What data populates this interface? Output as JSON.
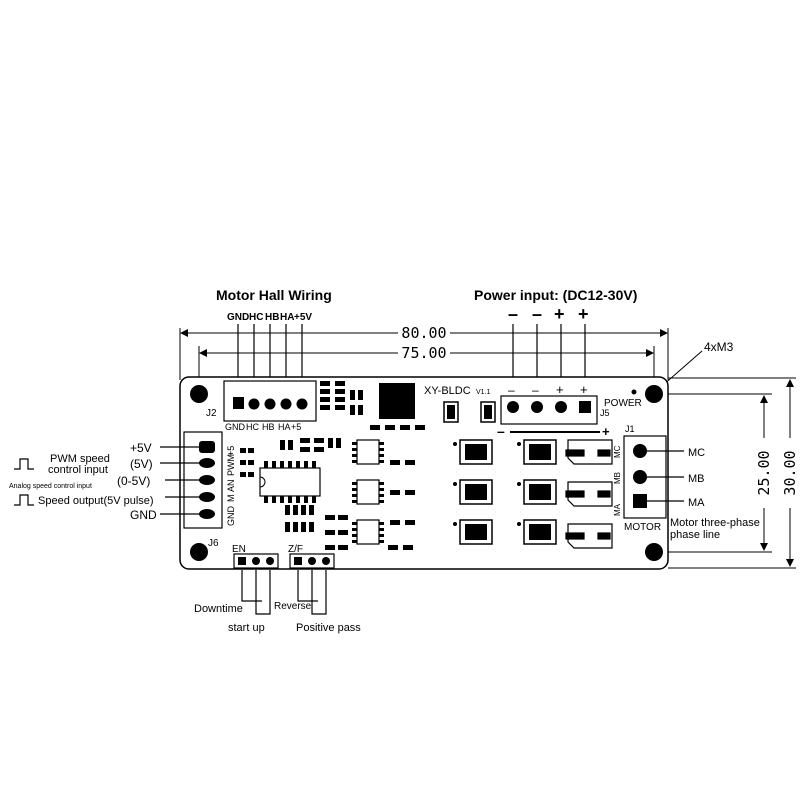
{
  "headings": {
    "hall_wiring": "Motor Hall Wiring",
    "power_input": "Power input: (DC12-30V)"
  },
  "hall_pins_top": [
    "GND",
    "HC",
    "HB",
    "HA",
    "+5V"
  ],
  "power_pins_top": [
    "–",
    "–",
    "+",
    "+"
  ],
  "dimensions": {
    "outer_width": "80.00",
    "inner_width": "75.00",
    "inner_height": "25.00",
    "outer_height": "30.00",
    "mounting_holes": "4xM3"
  },
  "board": {
    "model": "XY-BLDC",
    "version": "V1.1",
    "power_label": "POWER",
    "motor_label": "MOTOR",
    "j1": "J1",
    "j2": "J2",
    "j5": "J5",
    "j6": "J6",
    "j2_pins": [
      "GND",
      "HC",
      "HB",
      "HA",
      "+5"
    ],
    "j6_pins": [
      "+5",
      "PWM",
      "AN",
      "M",
      "GND"
    ],
    "en": "EN",
    "zf": "Z/F",
    "j1_pins": [
      "MC",
      "MB",
      "MA"
    ],
    "power_signs": [
      "–",
      "+"
    ]
  },
  "left_signals": {
    "pwm_line1": "PWM speed",
    "pwm_line2": "control input",
    "analog": "Analog speed control input",
    "speed_output": "Speed output(5V pulse)",
    "v5": "+5V",
    "v5_paren": "(5V)",
    "range": "(0-5V)",
    "gnd": "GND"
  },
  "motor_phases": [
    "MC",
    "MB",
    "MA"
  ],
  "motor_phase_caption_1": "Motor three-phase",
  "motor_phase_caption_2": "phase line",
  "bottom": {
    "downtime": "Downtime",
    "start_up": "start up",
    "reverse": "Reverse",
    "positive_pass": "Positive pass"
  }
}
